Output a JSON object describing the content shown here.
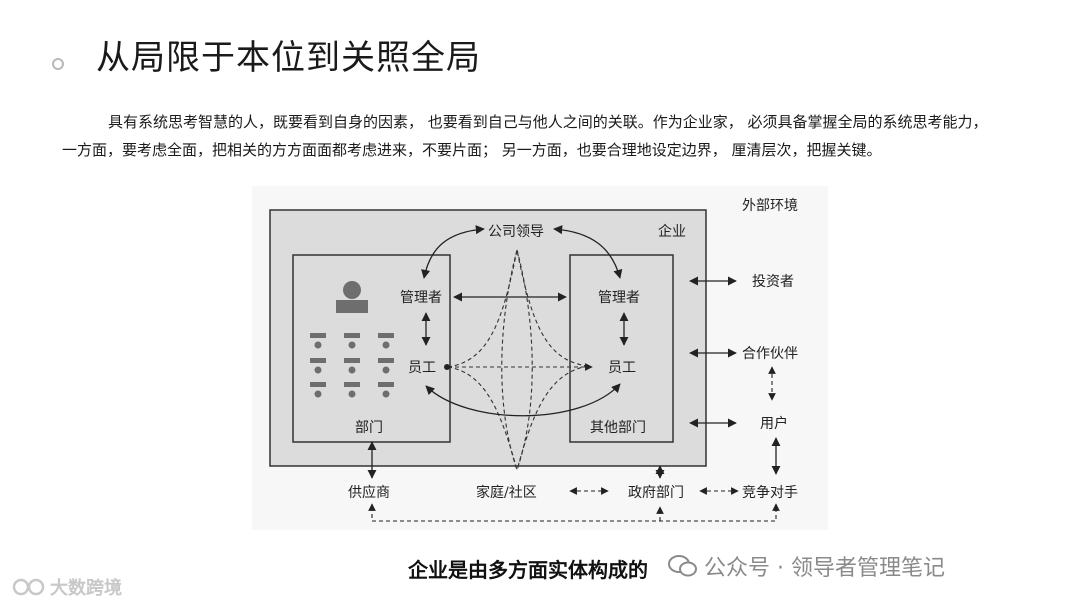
{
  "slide": {
    "title": "从局限于本位到关照全局",
    "paragraph_line1": "具有系统思考智慧的人，既要看到自身的因素，  也要看到自己与他人之间的关联。作为企业家，  必须具备掌握全局的系统思考能力，",
    "paragraph_line2": "一方面，要考虑全面，把相关的方方面面都考虑进来，不要片面；  另一方面，也要合理地设定边界，   厘清层次，把握关键。",
    "caption": "企业是由多方面实体构成的"
  },
  "diagram": {
    "outer_env": "外部环境",
    "enterprise": "企业",
    "company_leader": "公司领导",
    "manager_left": "管理者",
    "employee_left": "员工",
    "department": "部门",
    "manager_right": "管理者",
    "employee_right": "员工",
    "other_departments": "其他部门",
    "investor": "投资者",
    "partner": "合作伙伴",
    "user": "用户",
    "supplier": "供应商",
    "family_community": "家庭/社区",
    "government": "政府部门",
    "competitor": "竞争对手"
  },
  "watermarks": {
    "right": "公众号 · 领导者管理笔记",
    "left": "大数跨境"
  },
  "colors": {
    "enterprise_fill": "#dcdcdc",
    "line": "#333333",
    "background": "#ffffff"
  }
}
